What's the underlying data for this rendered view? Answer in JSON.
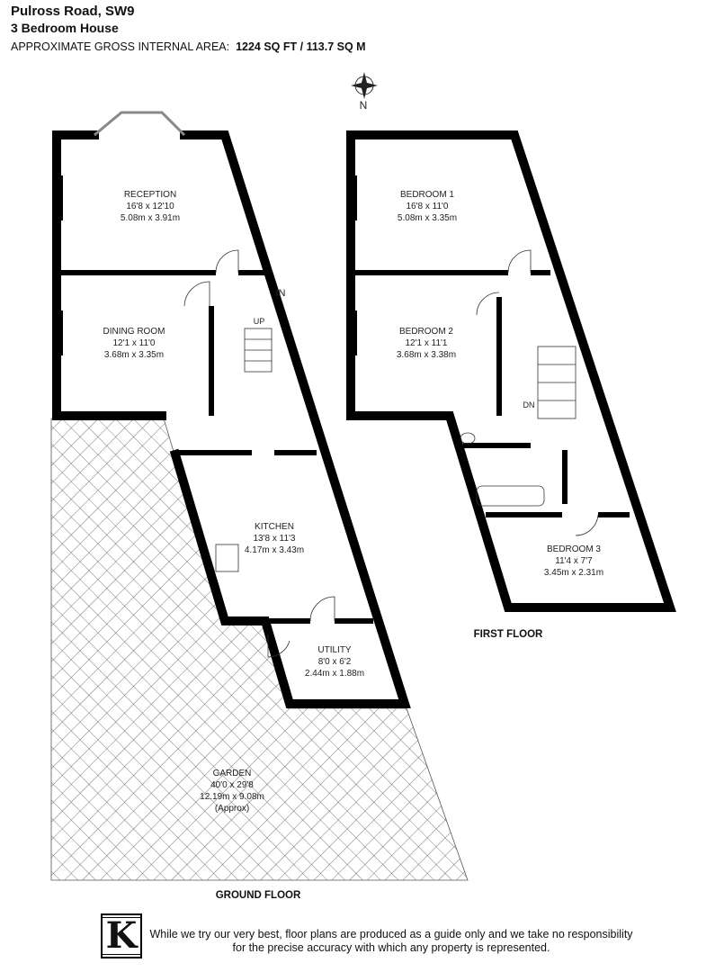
{
  "header": {
    "title": "Pulross Road, SW9",
    "subtitle": "3 Bedroom House",
    "area_label": "APPROXIMATE GROSS INTERNAL AREA:",
    "area_value": "1224 SQ FT / 113.7 SQ M"
  },
  "compass": {
    "label": "N",
    "icon": "compass-rose-icon"
  },
  "ground_floor": {
    "label": "GROUND FLOOR",
    "entrance_label": "IN",
    "stairs_label": "UP",
    "rooms": [
      {
        "name": "RECEPTION",
        "imperial": "16'8 x 12'10",
        "metric": "5.08m x 3.91m"
      },
      {
        "name": "DINING ROOM",
        "imperial": "12'1 x 11'0",
        "metric": "3.68m x 3.35m"
      },
      {
        "name": "KITCHEN",
        "imperial": "13'8 x 11'3",
        "metric": "4.17m x 3.43m"
      },
      {
        "name": "UTILITY",
        "imperial": "8'0 x 6'2",
        "metric": "2.44m x 1.88m"
      },
      {
        "name": "GARDEN",
        "imperial": "40'0 x 29'8",
        "metric": "12.19m x 9.08m",
        "note": "(Approx)"
      }
    ]
  },
  "first_floor": {
    "label": "FIRST FLOOR",
    "stairs_label": "DN",
    "rooms": [
      {
        "name": "BEDROOM 1",
        "imperial": "16'8 x 11'0",
        "metric": "5.08m x 3.35m"
      },
      {
        "name": "BEDROOM 2",
        "imperial": "12'1 x 11'1",
        "metric": "3.68m x 3.38m"
      },
      {
        "name": "BEDROOM 3",
        "imperial": "11'4 x 7'7",
        "metric": "3.45m x 2.31m"
      }
    ]
  },
  "footer": {
    "logo_letter": "K",
    "disclaimer": "While we try our very best, floor plans are produced as a guide only and we take no responsibility for the precise accuracy with which any property is represented."
  }
}
